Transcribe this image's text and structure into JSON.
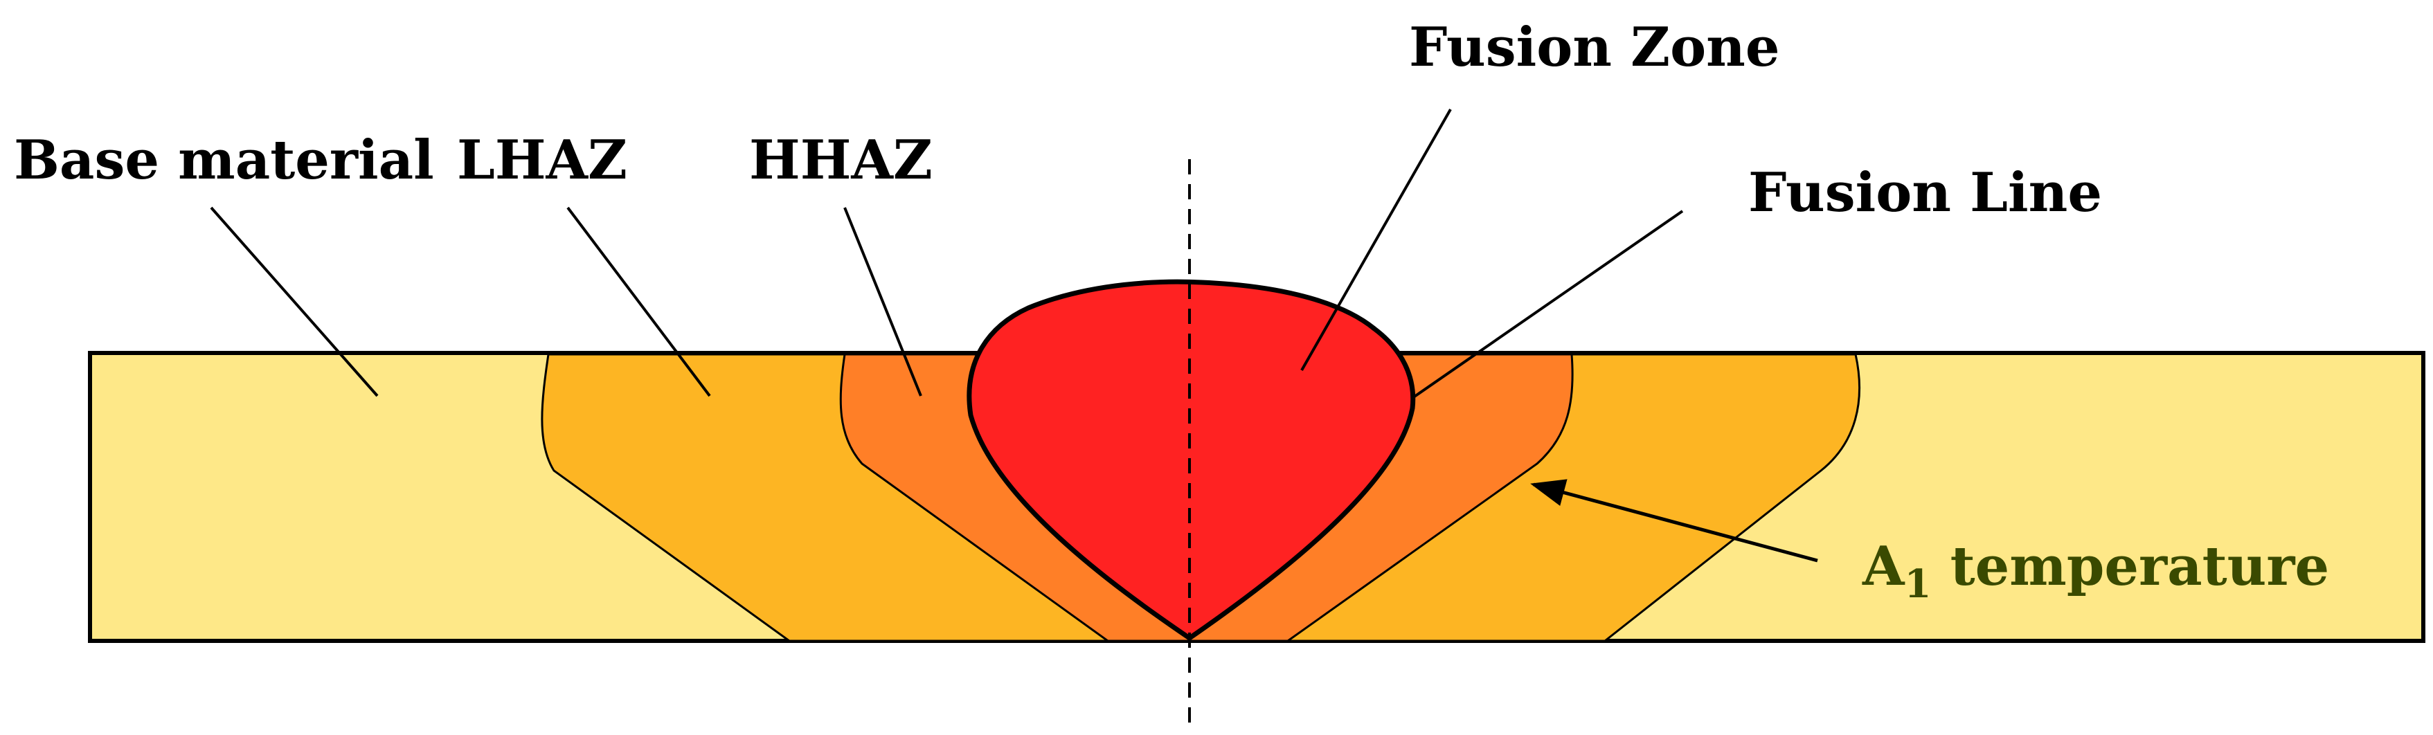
{
  "labels": {
    "base_material": "Base material",
    "lhaz": "LHAZ",
    "hhaz": "HHAZ",
    "fusion_zone": "Fusion Zone",
    "fusion_line": "Fusion Line",
    "a1_main": "A",
    "a1_sub": "1",
    "a1_rest": " temperature"
  },
  "colors": {
    "base_material": "#FEE888",
    "lhaz": "#FDB523",
    "hhaz": "#FF7F27",
    "fusion_zone": "#FF2222",
    "a1_text": "#3A4A00"
  }
}
